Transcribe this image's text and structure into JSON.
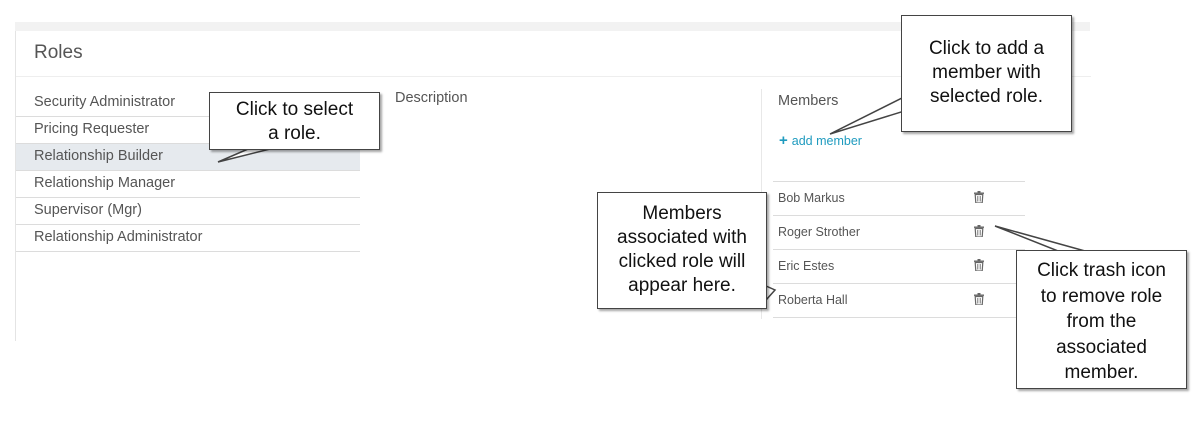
{
  "roles_panel": {
    "title": "Roles",
    "roles": [
      {
        "label": "Security Administrator",
        "selected": false
      },
      {
        "label": "Pricing Requester",
        "selected": false
      },
      {
        "label": "Relationship Builder",
        "selected": true
      },
      {
        "label": "Relationship Manager",
        "selected": false
      },
      {
        "label": "Supervisor (Mgr)",
        "selected": false
      },
      {
        "label": "Relationship Administrator",
        "selected": false
      }
    ],
    "description_label": "Description"
  },
  "members": {
    "label": "Members",
    "add_member_label": "add member",
    "add_icon": "plus-icon",
    "rows": [
      {
        "name": "Bob Markus",
        "icon": "trash-icon"
      },
      {
        "name": "Roger Strother",
        "icon": "trash-icon"
      },
      {
        "name": "Eric Estes",
        "icon": "trash-icon"
      },
      {
        "name": "Roberta Hall",
        "icon": "trash-icon"
      }
    ]
  },
  "callouts": {
    "select_role": {
      "lines": [
        "Click to select",
        "a role."
      ]
    },
    "add_member": {
      "lines": [
        "Click to add a",
        "member with",
        "selected role."
      ]
    },
    "members_list": {
      "lines": [
        "Members",
        "associated with",
        "clicked role will",
        "appear here."
      ]
    },
    "trash": {
      "lines": [
        "Click trash icon",
        "to remove role",
        "from the",
        "associated",
        "member."
      ]
    }
  },
  "colors": {
    "accent": "#1f9bbf",
    "selected_row": "#e6eaee",
    "text": "#555555"
  }
}
